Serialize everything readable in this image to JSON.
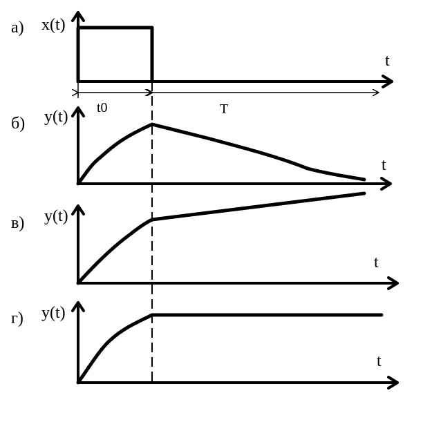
{
  "panels": [
    {
      "letter": "а)",
      "ylabel": "x(t)",
      "xlabel": "t"
    },
    {
      "letter": "б)",
      "ylabel": "y(t)",
      "xlabel": "t"
    },
    {
      "letter": "в)",
      "ylabel": "y(t)",
      "xlabel": "t"
    },
    {
      "letter": "г)",
      "ylabel": "y(t)",
      "xlabel": "t"
    }
  ],
  "interval_labels": {
    "t0": "t0",
    "T": "T"
  },
  "colors": {
    "line": "#000000",
    "background": "#ffffff"
  }
}
